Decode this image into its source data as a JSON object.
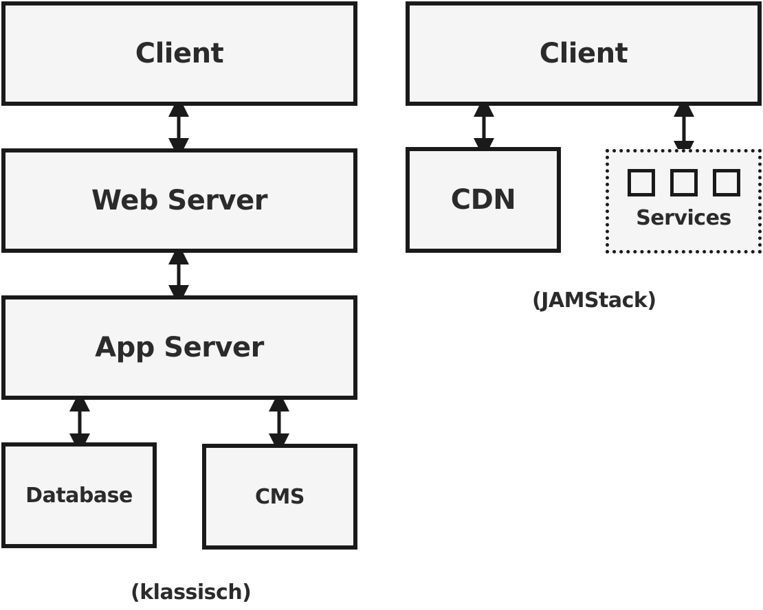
{
  "classic": {
    "client": "Client",
    "web_server": "Web Server",
    "app_server": "App Server",
    "database": "Database",
    "cms": "CMS",
    "caption": "(klassisch)"
  },
  "jamstack": {
    "client": "Client",
    "cdn": "CDN",
    "services": "Services",
    "caption": "(JAMStack)"
  },
  "colors": {
    "stroke": "#1a1a1a",
    "fill": "#f5f5f5",
    "text": "#2b2b2b"
  }
}
